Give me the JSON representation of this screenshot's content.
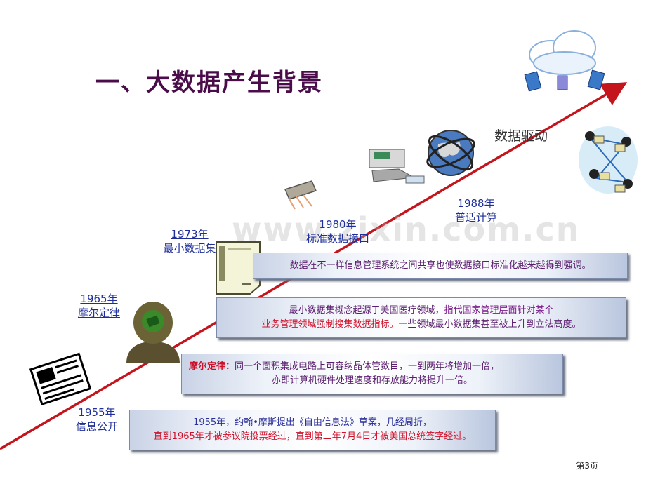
{
  "title": "一、大数据产生背景",
  "milestones": [
    {
      "year": "1955年",
      "label": "信息公开"
    },
    {
      "year": "1965年",
      "label": "摩尔定律"
    },
    {
      "year": "1973年",
      "label": "最小数据集"
    },
    {
      "year": "1980年",
      "label": "标准数据接口"
    },
    {
      "year": "1988年",
      "label": "普适计算"
    }
  ],
  "data_driven": "数据驱动",
  "boxes": {
    "interface": "数据在不一样信息管理系统之间共享也使数据接口标准化越来越得到强调。",
    "dataset": {
      "line1_a": "最小数据集概念起源于美国医疗领域，",
      "line1_b": "指代国家管理层面针对某个",
      "line2_a": "业务管理领域强制搜集数据指标。",
      "line2_b": "一些领域最小数据集甚至被上升到立法高度。"
    },
    "moore": {
      "label": "摩尔定律：",
      "line1": "同一个面积集成电路上可容纳晶体管数目，一到两年将增加一倍，",
      "line2": "亦即计算机硬件处理速度和存放能力将提升一倍。"
    },
    "foia": {
      "line1": "1955年，约翰•摩斯提出《自由信息法》草案，几经周折，",
      "line2": "直到1965年才被参议院投票经过，直到第二年7月4日才被美国总统签字经过。"
    }
  },
  "watermark": "www.zixin.com.cn",
  "page_number": "第3页",
  "colors": {
    "title": "#4a0d4a",
    "arrow": "#c4141c",
    "link": "#1f2f9a",
    "emphasis": "#d0102a"
  }
}
